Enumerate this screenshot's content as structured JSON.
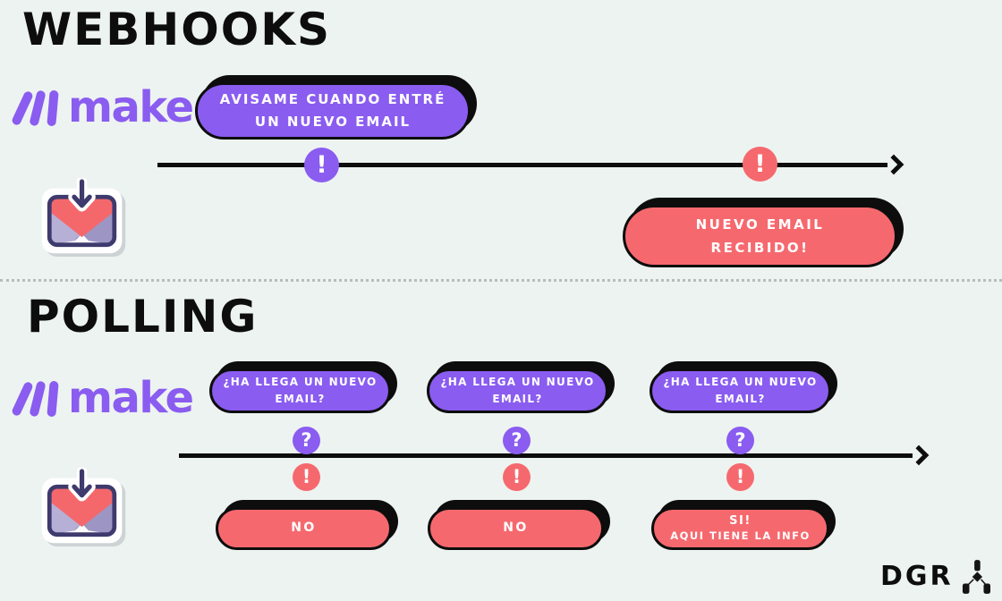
{
  "colors": {
    "bg": "#edf3f0",
    "ink": "#0d0d0d",
    "purple": "#8a5cf0",
    "pink": "#f5696e",
    "divider": "#b8bdbb"
  },
  "webhooks": {
    "title": "WEBHOOKS",
    "make_logo_text": "make",
    "request_pill": {
      "line1": "AVISAME CUANDO ENTRÉ",
      "line2": "UN NUEVO EMAIL"
    },
    "request_marker": "!",
    "response_marker": "!",
    "response_pill": {
      "line1": "NUEVO EMAIL",
      "line2": "RECIBIDO!"
    }
  },
  "polling": {
    "title": "POLLING",
    "make_logo_text": "make",
    "request_pills": [
      {
        "line1": "¿HA LLEGA UN NUEVO",
        "line2": "EMAIL?"
      },
      {
        "line1": "¿HA LLEGA UN NUEVO",
        "line2": "EMAIL?"
      },
      {
        "line1": "¿HA LLEGA UN NUEVO",
        "line2": "EMAIL?"
      }
    ],
    "question_marker": "?",
    "response_marker": "!",
    "response_pills": [
      {
        "line1": "NO",
        "line2": ""
      },
      {
        "line1": "NO",
        "line2": ""
      },
      {
        "line1": "SI!",
        "line2": "AQUI TIENE LA INFO"
      }
    ]
  },
  "footer": {
    "brand": "DGR"
  },
  "icons": {
    "make": "make-logo",
    "gmail": "gmail-incoming-mail-icon",
    "timeline": "arrow-right-timeline",
    "dgr": "dgr-flowchart-icon"
  }
}
